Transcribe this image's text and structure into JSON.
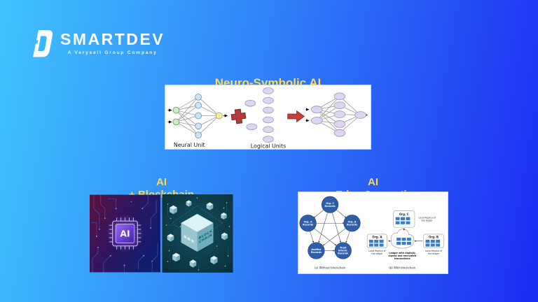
{
  "colors": {
    "bg_gradient_start": "#40C4FD",
    "bg_gradient_mid": "#2F7FF8",
    "bg_gradient_end": "#1C2AF1",
    "title_yellow": "#FFD94E"
  },
  "logo": {
    "mark": "D",
    "brand": "SMARTDEV",
    "tagline": "A Verysell Group Company"
  },
  "neuro": {
    "title": "Neuro-Symbolic AI",
    "neural_unit_label": "Neural Unit",
    "logical_units_label": "Logical Units"
  },
  "blockchain": {
    "title_line1": "AI",
    "title_line2": "+ Blockchain",
    "chip_label": "AI",
    "cube_line1": "BLOCK",
    "cube_line2": "CHAIN"
  },
  "edge": {
    "title_line1": "AI",
    "title_line2": "+ Edge Computing",
    "without": {
      "caption": "(a) Without blockchain",
      "nodes": [
        {
          "line1": "Org. C",
          "line2": "Records"
        },
        {
          "line1": "Org. A",
          "line2": "Records"
        },
        {
          "line1": "Org. B",
          "line2": "Records"
        },
        {
          "line1": "Auditor",
          "line2": "Records"
        },
        {
          "line1": "Trust",
          "line2": "Interm.",
          "line3": "Records"
        }
      ]
    },
    "with": {
      "caption": "(b) With blockchain",
      "org_c": "Org. C",
      "org_a": "Org. A",
      "org_b": "Org. B",
      "replica_line1": "Local Replica of",
      "replica_line2": "the ledger",
      "ledger_line1": "Ledger with digitally",
      "ledger_line2": "signed and encrypted",
      "ledger_line3": "transactions"
    }
  }
}
